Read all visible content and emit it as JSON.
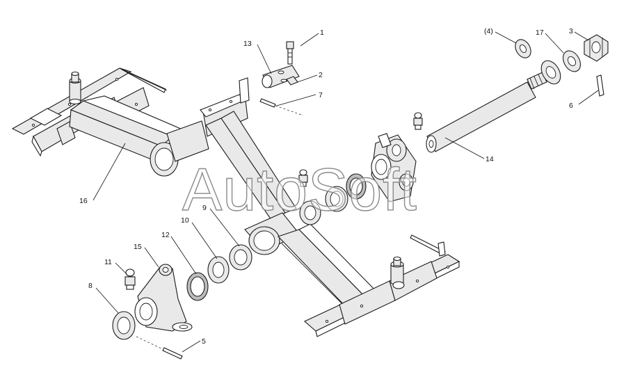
{
  "watermark": "AutoSoft",
  "callouts": [
    {
      "id": "1",
      "label": "1"
    },
    {
      "id": "2",
      "label": "2"
    },
    {
      "id": "3",
      "label": "3"
    },
    {
      "id": "4",
      "label": "(4)"
    },
    {
      "id": "5",
      "label": "5"
    },
    {
      "id": "6",
      "label": "6"
    },
    {
      "id": "7",
      "label": "7"
    },
    {
      "id": "8",
      "label": "8"
    },
    {
      "id": "9",
      "label": "9"
    },
    {
      "id": "10",
      "label": "10"
    },
    {
      "id": "11",
      "label": "11"
    },
    {
      "id": "12",
      "label": "12"
    },
    {
      "id": "13",
      "label": "13"
    },
    {
      "id": "14",
      "label": "14"
    },
    {
      "id": "15",
      "label": "15"
    },
    {
      "id": "16",
      "label": "16"
    },
    {
      "id": "17",
      "label": "17"
    }
  ]
}
